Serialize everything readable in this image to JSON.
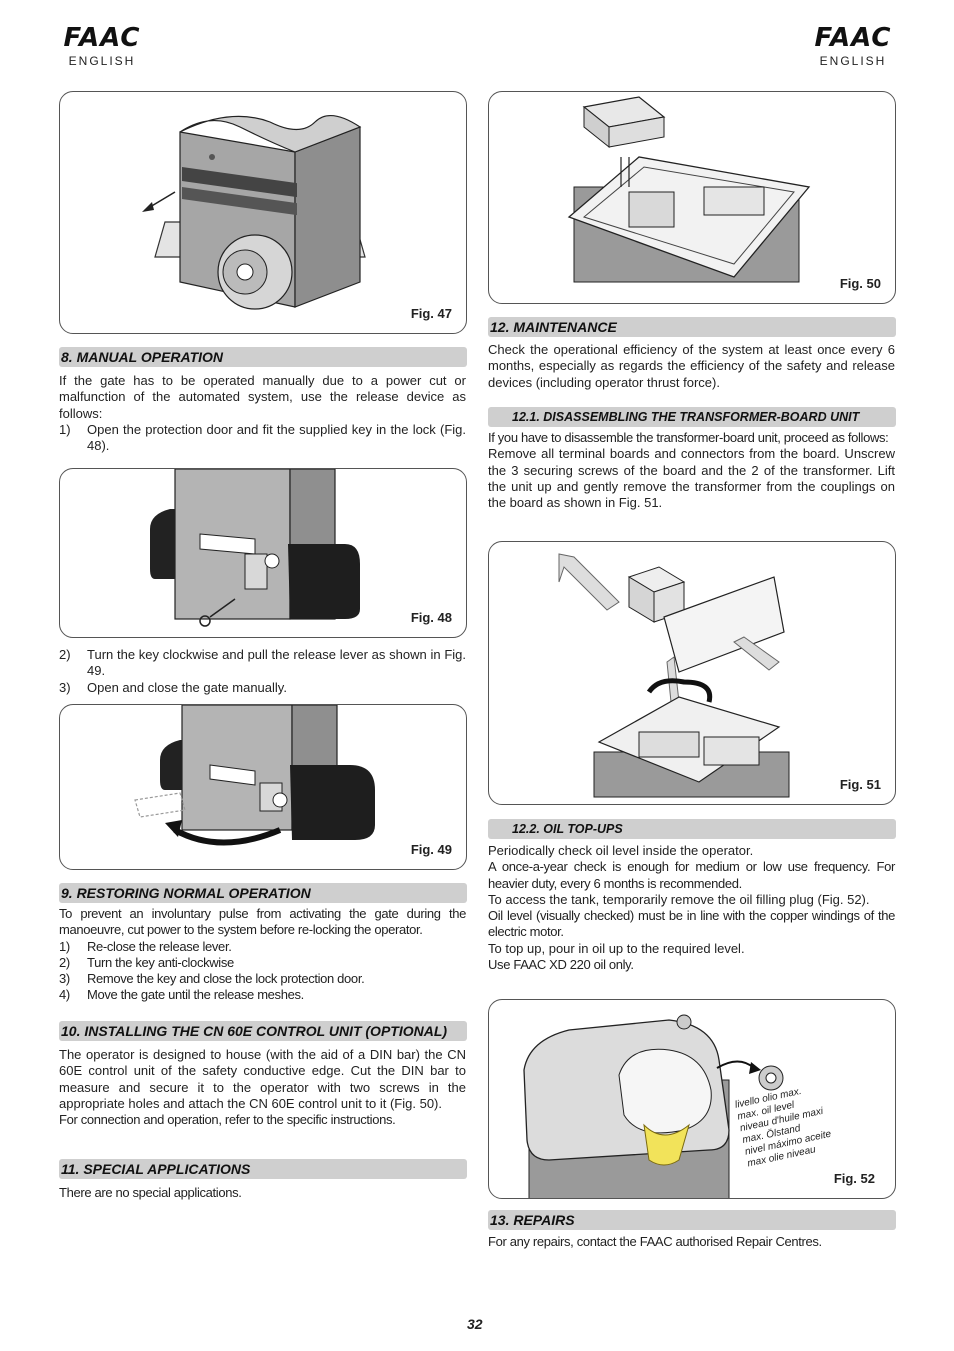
{
  "header": {
    "logo_left": "FAAC",
    "lang_left": "ENGLISH",
    "logo_right": "FAAC",
    "lang_right": "ENGLISH"
  },
  "figures": {
    "fig47": "Fig. 47",
    "fig48": "Fig. 48",
    "fig49": "Fig. 49",
    "fig50": "Fig. 50",
    "fig51": "Fig. 51",
    "fig52": "Fig. 52",
    "fig52_labels": [
      "livello olio max.",
      "max. oil level",
      "niveau d'huile maxi",
      "max. Ölstand",
      "nivel máximo aceite",
      "max olie niveau"
    ]
  },
  "sections": {
    "manual": {
      "title": "8.   MANUAL OPERATION",
      "intro": "If the gate has to be operated manually due to a power cut or malfunction of the automated system, use the release device as follows:",
      "step1_n": "1)",
      "step1": "Open the protection door and fit the supplied key in the lock (Fig. 48).",
      "step2_n": "2)",
      "step2": "Turn the key clockwise and pull the release lever as shown in Fig. 49.",
      "step3_n": "3)",
      "step3": "Open and close the gate manually."
    },
    "restoring": {
      "title": "9.   RESTORING NORMAL OPERATION",
      "intro": "To prevent an involuntary pulse from activating the gate during the manoeuvre, cut power to the system before re-locking the operator.",
      "items": [
        {
          "n": "1)",
          "t": "Re-close the release lever."
        },
        {
          "n": "2)",
          "t": "Turn the key anti-clockwise"
        },
        {
          "n": "3)",
          "t": "Remove the key and close the lock protection door."
        },
        {
          "n": "4)",
          "t": "Move the gate until the release meshes."
        }
      ]
    },
    "installing": {
      "title": "10. INSTALLING THE CN 60E CONTROL UNIT (OPTIONAL)",
      "body": "The operator is designed to house (with the aid of a DIN bar) the CN 60E control unit of the safety conductive edge. Cut the DIN bar to measure and secure it to the operator with two screws in the appropriate holes and attach the CN 60E control unit to it (Fig. 50).",
      "body2": "For connection and operation, refer to the specific instructions."
    },
    "special": {
      "title": "11. SPECIAL APPLICATIONS",
      "body": "There are no special applications."
    },
    "maintenance": {
      "title": "12. MAINTENANCE",
      "body": "Check the operational efficiency of the system at least once every 6 months, especially as regards the efficiency of the safety and release devices (including operator thrust force)."
    },
    "disassembling": {
      "title": "12.1.    DISASSEMBLING THE TRANSFORMER-BOARD UNIT",
      "p1": "If you have to disassemble the transformer-board unit, proceed as follows:",
      "p2": "Remove all terminal boards and connectors from the board. Unscrew the 3 securing screws of the board and the 2 of the transformer. Lift the unit up and gently remove the transformer from the couplings on the board as shown in Fig. 51."
    },
    "oil": {
      "title": "12.2.    OIL TOP-UPS",
      "p1": "Periodically check oil level inside the operator.",
      "p2": "A once-a-year check is enough for medium or low use frequency. For heavier duty, every 6 months is recommended.",
      "p3": "To access the tank, temporarily remove the oil filling plug (Fig. 52).",
      "p4": "Oil level (visually checked) must be in line with the copper windings of the electric motor.",
      "p5": "To top up, pour in oil up to the required level.",
      "p6": "Use FAAC XD 220 oil only."
    },
    "repairs": {
      "title": "13. REPAIRS",
      "body": "For any repairs, contact the FAAC authorised Repair Centres."
    }
  },
  "footer": {
    "page_number": "32"
  }
}
